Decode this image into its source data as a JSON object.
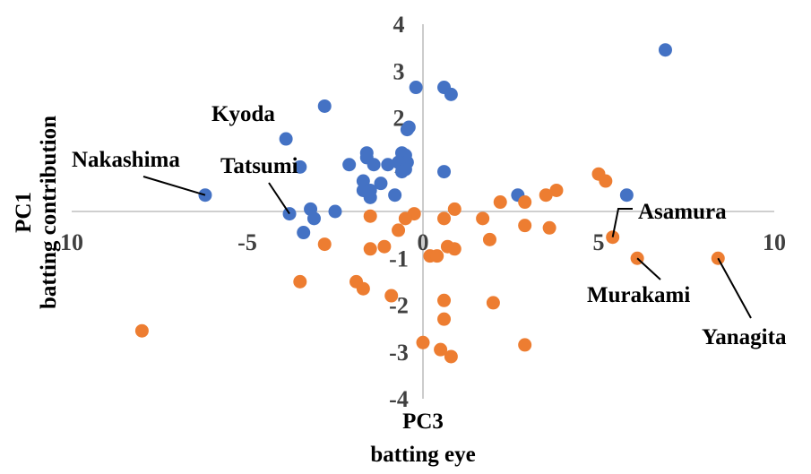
{
  "chart_data": {
    "type": "scatter",
    "x_axis": {
      "title": "PC3",
      "subtitle": "batting eye",
      "range": [
        -10,
        10
      ],
      "ticks": [
        {
          "value": -10,
          "label": "10"
        },
        {
          "value": -5,
          "label": "-5"
        },
        {
          "value": 0,
          "label": "0"
        },
        {
          "value": 5,
          "label": "5"
        },
        {
          "value": 10,
          "label": "10"
        }
      ]
    },
    "y_axis": {
      "title": "PC1",
      "subtitle": "batting contribution",
      "range": [
        -4,
        4
      ],
      "ticks": [
        {
          "value": 4,
          "label": "4"
        },
        {
          "value": 3,
          "label": "3"
        },
        {
          "value": 2,
          "label": "2"
        },
        {
          "value": 1,
          "label": "1"
        },
        {
          "value": -1,
          "label": "-1"
        },
        {
          "value": -2,
          "label": "-2"
        },
        {
          "value": -3,
          "label": "-3"
        },
        {
          "value": -4,
          "label": "-4"
        }
      ]
    },
    "grid": false,
    "legend": "none",
    "series": [
      {
        "color": "#4472C4",
        "points": [
          [
            6.9,
            3.45
          ],
          [
            -0.2,
            2.65
          ],
          [
            0.6,
            2.65
          ],
          [
            0.8,
            2.5
          ],
          [
            -2.8,
            2.25
          ],
          [
            -0.4,
            1.8
          ],
          [
            -0.45,
            1.75
          ],
          [
            -3.9,
            1.55
          ],
          [
            -1.6,
            1.25
          ],
          [
            -1.6,
            1.15
          ],
          [
            -0.6,
            1.25
          ],
          [
            -0.5,
            1.2
          ],
          [
            -0.45,
            1.05
          ],
          [
            -0.7,
            1.05
          ],
          [
            -1.4,
            1.0
          ],
          [
            -2.1,
            1.0
          ],
          [
            -1.0,
            1.0
          ],
          [
            -3.5,
            0.95
          ],
          [
            -0.5,
            0.9
          ],
          [
            -0.6,
            0.85
          ],
          [
            0.6,
            0.85
          ],
          [
            -1.7,
            0.65
          ],
          [
            -1.2,
            0.6
          ],
          [
            -1.7,
            0.45
          ],
          [
            -1.5,
            0.45
          ],
          [
            -1.5,
            0.3
          ],
          [
            -0.8,
            0.35
          ],
          [
            2.7,
            0.35
          ],
          [
            5.8,
            0.35
          ],
          [
            -6.2,
            0.35
          ],
          [
            -3.8,
            -0.05
          ],
          [
            -3.2,
            0.05
          ],
          [
            -2.5,
            0.0
          ],
          [
            -3.1,
            -0.15
          ],
          [
            -3.4,
            -0.45
          ]
        ]
      },
      {
        "color": "#ED7D31",
        "points": [
          [
            5.0,
            0.8
          ],
          [
            5.2,
            0.65
          ],
          [
            3.8,
            0.45
          ],
          [
            3.5,
            0.35
          ],
          [
            2.2,
            0.2
          ],
          [
            2.9,
            0.2
          ],
          [
            0.9,
            0.05
          ],
          [
            -0.25,
            -0.05
          ],
          [
            -0.5,
            -0.15
          ],
          [
            -1.5,
            -0.1
          ],
          [
            0.6,
            -0.15
          ],
          [
            1.7,
            -0.15
          ],
          [
            2.9,
            -0.3
          ],
          [
            3.6,
            -0.35
          ],
          [
            -0.7,
            -0.4
          ],
          [
            1.9,
            -0.6
          ],
          [
            -2.8,
            -0.7
          ],
          [
            -1.1,
            -0.75
          ],
          [
            -1.5,
            -0.8
          ],
          [
            0.7,
            -0.75
          ],
          [
            0.9,
            -0.8
          ],
          [
            0.2,
            -0.95
          ],
          [
            0.4,
            -0.95
          ],
          [
            6.1,
            -1.0
          ],
          [
            8.4,
            -1.0
          ],
          [
            5.4,
            -0.55
          ],
          [
            -3.5,
            -1.5
          ],
          [
            -1.9,
            -1.5
          ],
          [
            -1.7,
            -1.65
          ],
          [
            -0.9,
            -1.8
          ],
          [
            0.6,
            -1.9
          ],
          [
            2.0,
            -1.95
          ],
          [
            0.6,
            -2.3
          ],
          [
            -8.0,
            -2.55
          ],
          [
            0.0,
            -2.8
          ],
          [
            0.5,
            -2.95
          ],
          [
            2.9,
            -2.85
          ],
          [
            0.8,
            -3.1
          ]
        ]
      }
    ],
    "annotations": [
      {
        "label": "Kyoda"
      },
      {
        "label": "Nakashima",
        "point": [
          -6.2,
          0.35
        ]
      },
      {
        "label": "Tatsumi",
        "point": [
          -3.8,
          -0.05
        ]
      },
      {
        "label": "Asamura",
        "point": [
          5.4,
          -0.55
        ]
      },
      {
        "label": "Murakami",
        "point": [
          6.1,
          -1.0
        ]
      },
      {
        "label": "Yanagita",
        "point": [
          8.4,
          -1.0
        ]
      }
    ]
  }
}
